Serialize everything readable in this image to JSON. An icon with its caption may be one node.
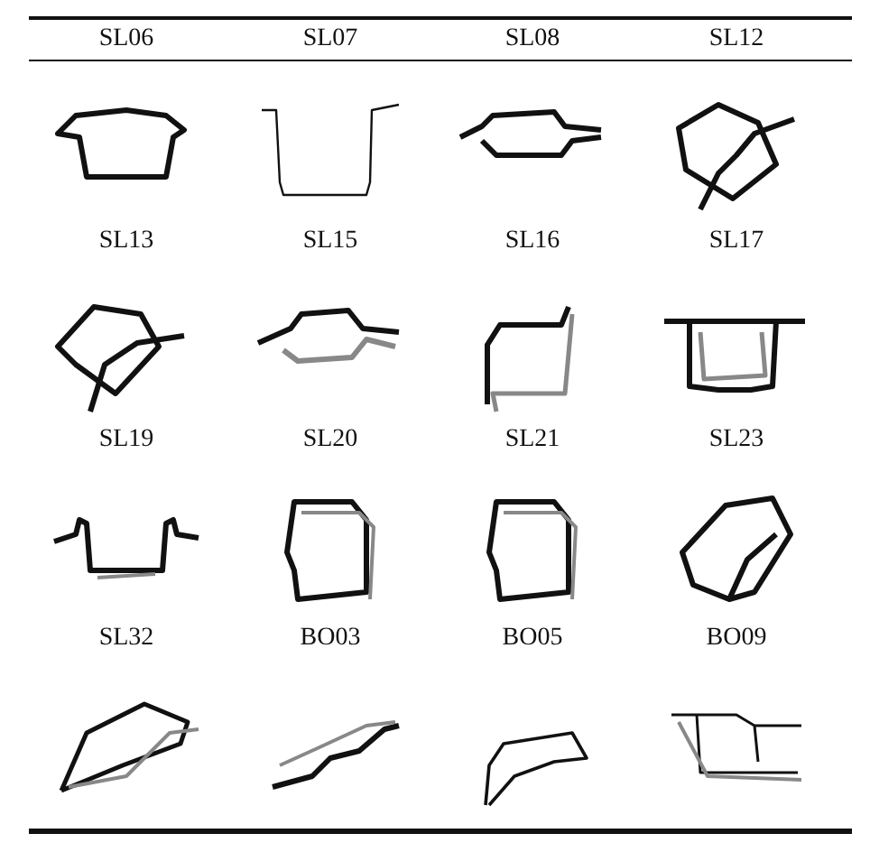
{
  "diagram": {
    "labels": [
      "SL06",
      "SL07",
      "SL08",
      "SL12",
      "SL13",
      "SL15",
      "SL16",
      "SL17",
      "SL19",
      "SL20",
      "SL21",
      "SL23",
      "SL32",
      "BO03",
      "BO05",
      "BO09"
    ]
  }
}
